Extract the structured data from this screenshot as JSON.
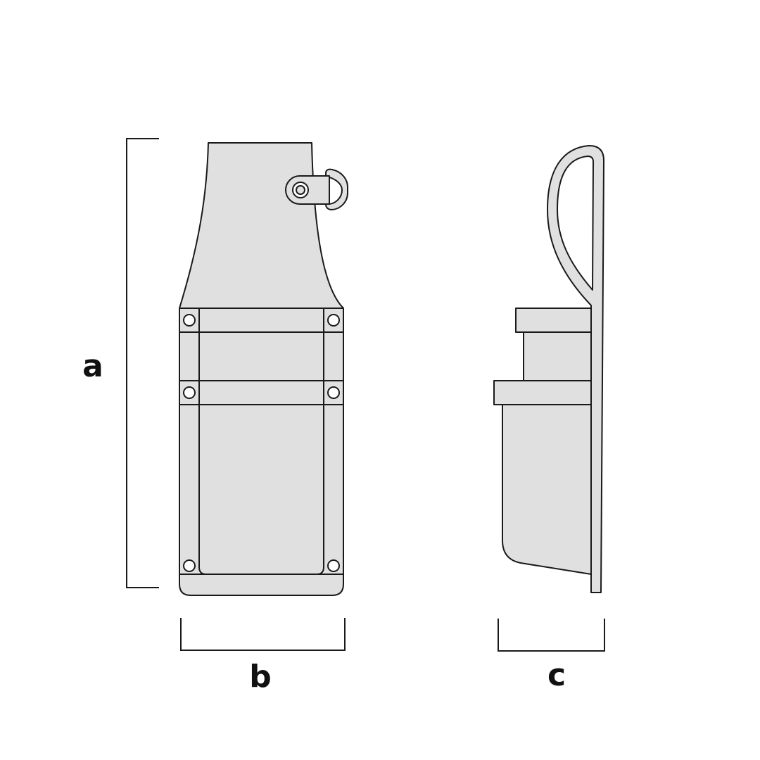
{
  "dimension_labels": {
    "height": "a",
    "width": "b",
    "depth": "c"
  },
  "colors": {
    "body_fill": "#e0e0e0",
    "outline": "#1a1a1a",
    "background": "#ffffff"
  }
}
